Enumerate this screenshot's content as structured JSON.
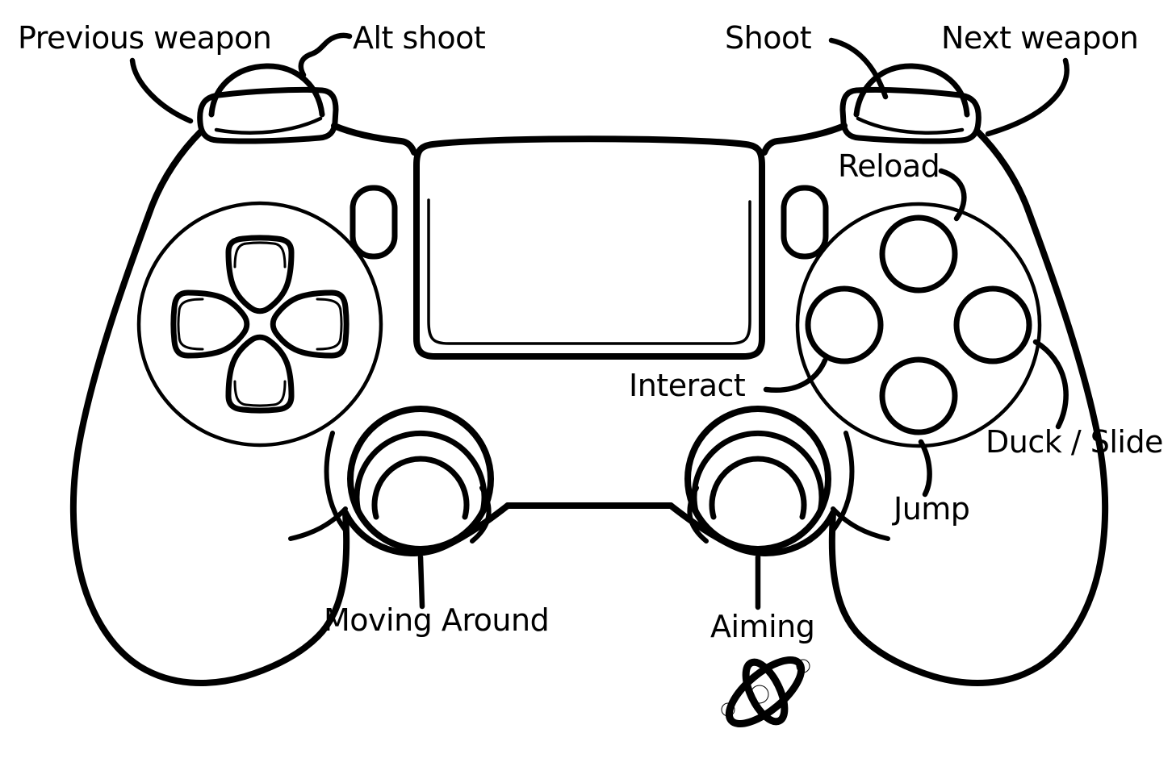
{
  "page": {
    "background_color": "#ffffff",
    "line_color": "#000000"
  },
  "diagram": {
    "subject": "gamepad-controls-mapping",
    "logo_icon": "atom-icon",
    "labels": {
      "previous_weapon": {
        "text": "Previous weapon",
        "points_to": "l1-bumper"
      },
      "alt_shoot": {
        "text": "Alt shoot",
        "points_to": "l2-trigger"
      },
      "shoot": {
        "text": "Shoot",
        "points_to": "r2-trigger"
      },
      "next_weapon": {
        "text": "Next weapon",
        "points_to": "r1-bumper"
      },
      "reload": {
        "text": "Reload",
        "points_to": "triangle-button"
      },
      "interact": {
        "text": "Interact",
        "points_to": "square-button"
      },
      "duck_slide": {
        "text": "Duck / Slide",
        "points_to": "circle-button"
      },
      "jump": {
        "text": "Jump",
        "points_to": "cross-button"
      },
      "moving_around": {
        "text": "Moving Around",
        "points_to": "left-stick"
      },
      "aiming": {
        "text": "Aiming",
        "points_to": "right-stick"
      }
    }
  }
}
